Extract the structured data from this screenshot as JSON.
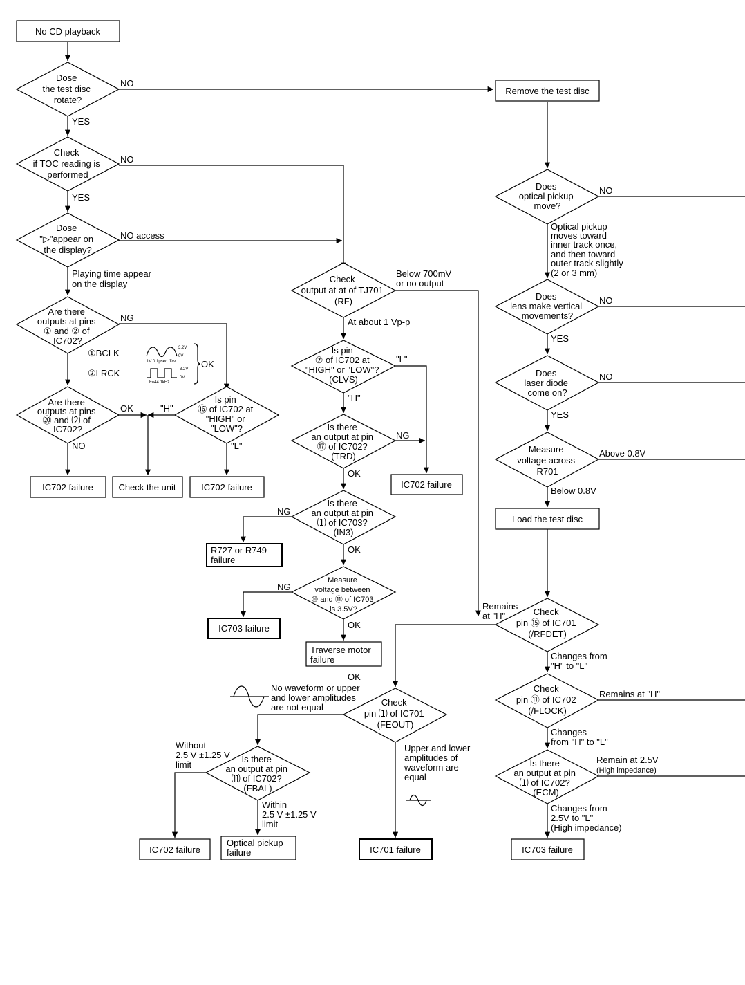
{
  "nodes": {
    "start": "No CD playback",
    "d_rotate": [
      "Dose",
      "the test disc",
      "rotate?"
    ],
    "d_toc": [
      "Check",
      "if TOC reading is",
      "performed"
    ],
    "d_appear": [
      "Dose",
      "\"▷\"appear on",
      "the display?"
    ],
    "d_outputs12": [
      "Are there",
      "outputs at pins",
      "① and ② of",
      "IC702?"
    ],
    "bclk": "①BCLK",
    "lrck": "②LRCK",
    "bclk_v_hi": "3.2V",
    "bclk_v_lo": "0V",
    "bclk_scale": "1V 0.1μsec /Div.",
    "lrck_v_hi": "3.2V",
    "lrck_v_lo": "0V",
    "lrck_freq": "F=44.1kHz",
    "wave_ok": "OK",
    "d_outputs73": [
      "Are there",
      "outputs at pins",
      "⑳ and ⑵ of",
      "IC702?"
    ],
    "d_pin16": [
      "Is pin",
      "⑯ of IC702 at",
      "\"HIGH\" or",
      "\"LOW\"?"
    ],
    "f_ic702_a": "IC702 failure",
    "f_checkunit": "Check the unit",
    "f_ic702_b": "IC702 failure",
    "d_rf": [
      "Check",
      "output at at of TJ701",
      "(RF)"
    ],
    "d_pin66": [
      "Is pin",
      "⑦ of IC702 at",
      "\"HIGH\" or \"LOW\"?",
      "(CLVS)"
    ],
    "d_trd": [
      "Is there",
      "an output at pin",
      "⑰ of IC702?",
      "(TRD)"
    ],
    "f_ic702_c": "IC702 failure",
    "d_in3": [
      "Is there",
      "an output at pin",
      "⑴ of IC703?",
      "(IN3)"
    ],
    "f_r727": [
      "R727 or R749",
      "failure"
    ],
    "d_volt": [
      "Measure",
      "voltage between",
      "⑩ and ⑪ of IC703",
      "is 3.5V?"
    ],
    "f_ic703_a": "IC703 failure",
    "f_traverse": [
      "Traverse motor",
      "failure"
    ],
    "remove": "Remove the test disc",
    "d_pickup": [
      "Does",
      "optical pickup",
      "move?"
    ],
    "d_lens": [
      "Does",
      "lens make vertical",
      "movements?"
    ],
    "d_laser": [
      "Does",
      "laser diode",
      "come on?"
    ],
    "d_r701": [
      "Measure",
      "voltage across",
      "R701"
    ],
    "load": "Load the test disc",
    "d_rfdet": [
      "Check",
      "pin ⑮ of IC701",
      "(/RFDET)"
    ],
    "d_flock": [
      "Check",
      "pin ⑪ of IC702",
      "(/FLOCK)"
    ],
    "d_ecm": [
      "Is there",
      "an output at pin",
      "⑴ of IC702?",
      "(ECM)"
    ],
    "f_ic703_b": "IC703 failure",
    "d_feout": [
      "Check",
      "pin ⑴ of IC701",
      "(FEOUT)"
    ],
    "d_fbal": [
      "Is there",
      "an output at pin",
      "⑾ of IC702?",
      "(FBAL)"
    ],
    "f_ic702_d": "IC702 failure",
    "f_optical": [
      "Optical pickup",
      "failure"
    ],
    "f_ic701": "IC701 failure"
  },
  "labels": {
    "rotate_no": "NO",
    "rotate_yes": "YES",
    "toc_no": "NO",
    "toc_yes": "YES",
    "appear_no": "NO access",
    "playing": [
      "Playing time appear",
      "on the display"
    ],
    "outputs12_ng": "NG",
    "outputs73_ok": "OK",
    "outputs73_no": "NO",
    "pin16_h": "\"H\"",
    "pin16_l": "\"L\"",
    "rf_below": [
      "Below 700mV",
      "or no output"
    ],
    "rf_about": "At about 1 Vp-p",
    "pin66_l": "\"L\"",
    "pin66_h": "\"H\"",
    "trd_ng": "NG",
    "trd_ok": "OK",
    "in3_ng": "NG",
    "in3_ok": "OK",
    "volt_ng": "NG",
    "volt_ok": "OK",
    "pickup_no": "NO",
    "pickup_moves": [
      "Optical pickup",
      "moves toward",
      "inner track once,",
      "and then toward",
      "outer track slightly",
      "(2 or 3 mm)"
    ],
    "lens_no": "NO",
    "lens_yes": "YES",
    "laser_no": "NO",
    "laser_yes": "YES",
    "r701_above": "Above 0.8V",
    "r701_below": "Below 0.8V",
    "remains_h": [
      "Remains",
      "at \"H\""
    ],
    "rfdet_changes": [
      "Changes from",
      "\"H\" to \"L\""
    ],
    "rfdet_ok": "OK",
    "flock_remains": "Remains at \"H\"",
    "flock_changes": [
      "Changes",
      "from \"H\" to \"L\""
    ],
    "ecm_remain": "Remain at 2.5V",
    "ecm_remain_sub": "(High impedance)",
    "ecm_changes": [
      "Changes from",
      "2.5V to \"L\"",
      "(High impedance)"
    ],
    "feout_nowave": [
      "No waveform or upper",
      "and lower amplitudes",
      "are not equal"
    ],
    "feout_equal": [
      "Upper and lower",
      "amplitudes of",
      "waveform are",
      "equal"
    ],
    "fbal_without": [
      "Without",
      "2.5 V ±1.25 V",
      "limit"
    ],
    "fbal_within": [
      "Within",
      "2.5 V ±1.25 V",
      "limit"
    ]
  }
}
